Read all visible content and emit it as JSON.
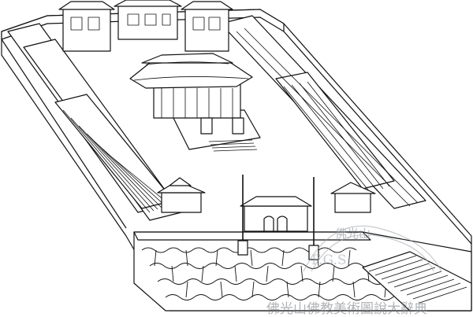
{
  "illustration": {
    "subject": "temple-complex-line-drawing"
  },
  "watermark": {
    "seal_top": "佛光山",
    "seal_middle": "F.G.S.",
    "caption": "佛光山佛教美術圖說大辭典"
  }
}
